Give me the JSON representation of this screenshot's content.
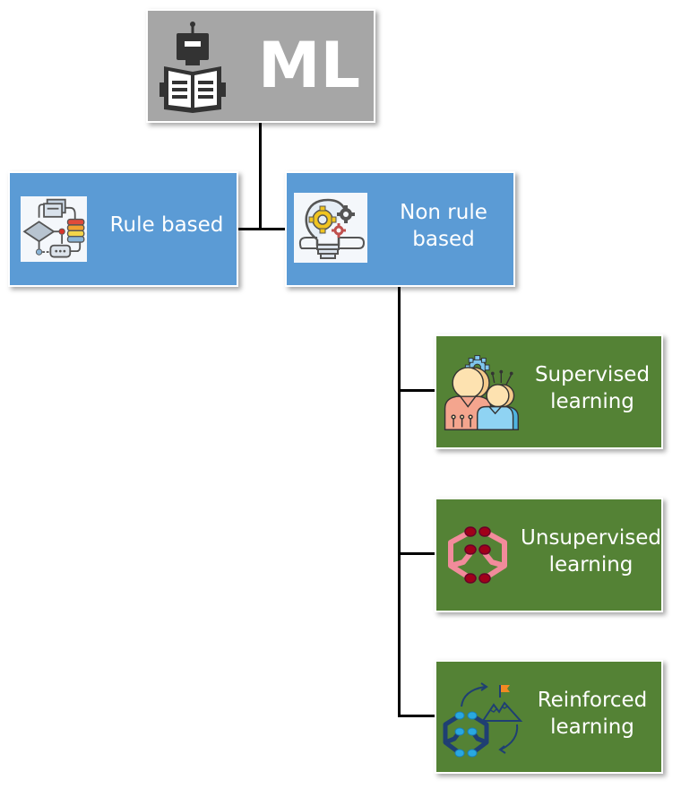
{
  "root": {
    "label": "ML",
    "icon": "robot-reading-book-icon",
    "color": "#a6a6a6"
  },
  "level1": [
    {
      "label": "Rule based",
      "icon": "flowchart-database-icon",
      "color": "#5b9bd5"
    },
    {
      "label": "Non rule based",
      "line1": "Non rule",
      "line2": "based",
      "icon": "lightbulb-gears-icon",
      "color": "#5b9bd5"
    }
  ],
  "level2": [
    {
      "label": "Supervised learning",
      "line1": "Supervised",
      "line2": "learning",
      "icon": "teacher-student-icon",
      "color": "#548235"
    },
    {
      "label": "Unsupervised learning",
      "line1": "Unsupervised",
      "line2": "learning",
      "icon": "neural-brain-icon",
      "color": "#548235"
    },
    {
      "label": "Reinforced learning",
      "line1": "Reinforced",
      "line2": "learning",
      "icon": "brain-goal-cycle-icon",
      "color": "#548235"
    }
  ],
  "edges": [
    {
      "from": "ML",
      "to": "Rule based"
    },
    {
      "from": "ML",
      "to": "Non rule based"
    },
    {
      "from": "Non rule based",
      "to": "Supervised learning"
    },
    {
      "from": "Non rule based",
      "to": "Unsupervised learning"
    },
    {
      "from": "Non rule based",
      "to": "Reinforced learning"
    }
  ]
}
